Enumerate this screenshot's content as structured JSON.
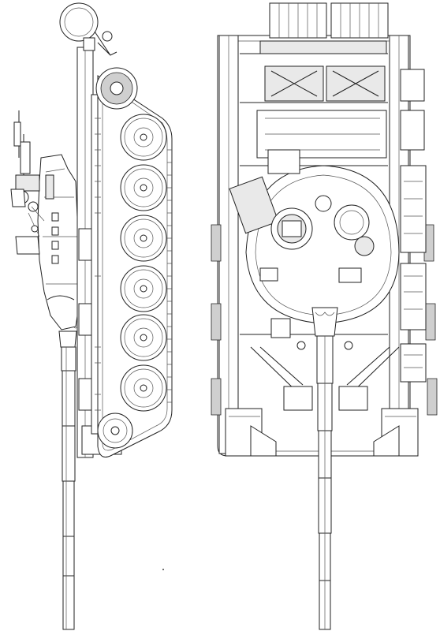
{
  "views": [
    "side-elevation",
    "top-plan"
  ],
  "side_view": {
    "road_wheels": 6
  },
  "top_view": {
    "hatches": 2
  },
  "colors": {
    "line": "#222222",
    "shade": "#e9e9e9",
    "background": "#ffffff"
  }
}
